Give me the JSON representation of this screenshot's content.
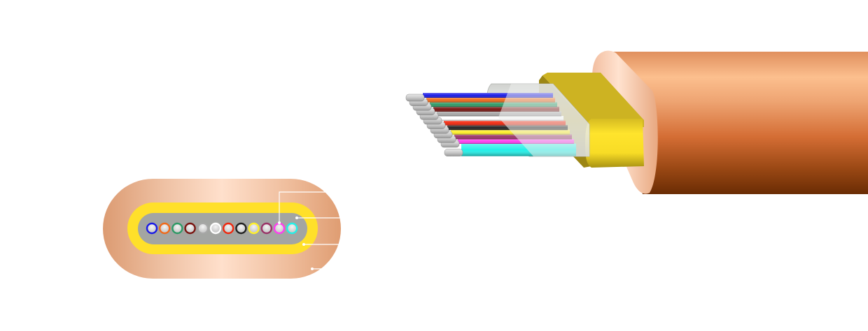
{
  "diagram": {
    "type": "fiber-optic-cable-structure",
    "fiber_count": 12,
    "fibers": [
      {
        "name": "blue",
        "color": "#1a1ae6"
      },
      {
        "name": "orange",
        "color": "#f06a1a"
      },
      {
        "name": "green",
        "color": "#2e9a66"
      },
      {
        "name": "brown",
        "color": "#7a1410"
      },
      {
        "name": "slate",
        "color": "#a8a8a8"
      },
      {
        "name": "white",
        "color": "#ffffff"
      },
      {
        "name": "red",
        "color": "#f0280e"
      },
      {
        "name": "black",
        "color": "#222222"
      },
      {
        "name": "yellow",
        "color": "#fff02a"
      },
      {
        "name": "violet",
        "color": "#9a3468"
      },
      {
        "name": "rose",
        "color": "#ff3cf0"
      },
      {
        "name": "aqua",
        "color": "#22f0e8"
      }
    ],
    "layers": [
      {
        "name": "optical-fiber",
        "color": "#d8d8d8"
      },
      {
        "name": "filler",
        "color": "#a3a5a2"
      },
      {
        "name": "strength-member",
        "color": "#ffe02a"
      },
      {
        "name": "outer-sheath",
        "color": "#e3a27a"
      }
    ],
    "colors": {
      "sheath_light": "#ffe0cc",
      "sheath_mid": "#e7a47c",
      "sheath_dark": "#d9956a",
      "jacket_top": "#e0905e",
      "jacket_highlight": "#fcbf8e",
      "jacket_mid": "#d46d34",
      "jacket_bottom": "#6a2c04",
      "aramid_face": "#ffe02a",
      "aramid_top": "#cdb322",
      "aramid_side": "#9c8614",
      "tube": "#d9dbd8",
      "leader": "#ffffff"
    }
  }
}
